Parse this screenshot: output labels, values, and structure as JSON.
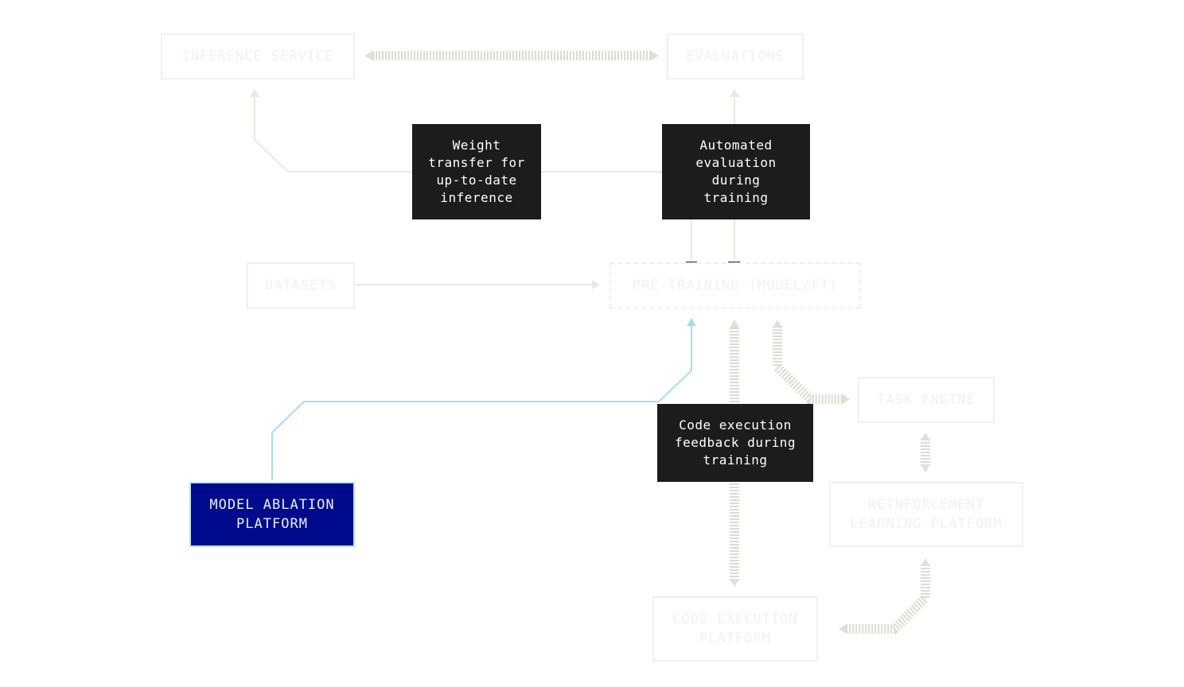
{
  "nodes": {
    "inference_service": "INFERENCE SERVICE",
    "evaluations": "EVALUATIONS",
    "datasets": "DATASETS",
    "pre_training": "PRE-TRAINING (MODEL/FT)",
    "task_engine": "TASK ENGINE",
    "reinforcement_learning_platform": "REINFORCEMENT\nLEARNING PLATFORM",
    "code_execution_platform": "CODE EXECUTION\nPLATFORM",
    "model_ablation_platform": "MODEL ABLATION\nPLATFORM"
  },
  "callouts": {
    "weight_transfer": "Weight\ntransfer for\nup-to-date\ninference",
    "automated_evaluation": "Automated\nevaluation\nduring\ntraining",
    "code_execution_feedback": "Code execution\nfeedback during\ntraining"
  },
  "colors": {
    "faded_line": "#e9e9e2",
    "highlight_line": "#a8dcec",
    "callout_bg": "#1c1c1c",
    "active_node_bg": "#000a8c",
    "active_node_border": "#bde3f0"
  }
}
